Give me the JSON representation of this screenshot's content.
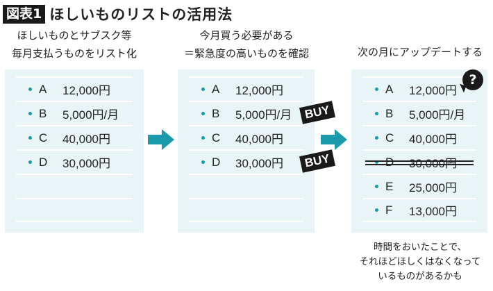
{
  "title": {
    "badge": "図表1",
    "text": "ほしいものリストの活用法"
  },
  "columns": [
    {
      "caption": [
        "ほしいものとサブスク等",
        "毎月支払うものをリスト化"
      ],
      "items": [
        {
          "letter": "A",
          "price": "12,000円"
        },
        {
          "letter": "B",
          "price": "5,000円/月"
        },
        {
          "letter": "C",
          "price": "40,000円"
        },
        {
          "letter": "D",
          "price": "30,000円"
        }
      ]
    },
    {
      "caption": [
        "今月買う必要がある",
        "＝緊急度の高いものを確認"
      ],
      "items": [
        {
          "letter": "A",
          "price": "12,000円"
        },
        {
          "letter": "B",
          "price": "5,000円/月"
        },
        {
          "letter": "C",
          "price": "40,000円"
        },
        {
          "letter": "D",
          "price": "30,000円"
        }
      ],
      "buy_label": "BUY"
    },
    {
      "caption": [
        "次の月にアップデートする"
      ],
      "items": [
        {
          "letter": "A",
          "price": "12,000円"
        },
        {
          "letter": "B",
          "price": "5,000円/月"
        },
        {
          "letter": "C",
          "price": "40,000円"
        },
        {
          "letter": "D",
          "price": "30,000円",
          "struck": true
        },
        {
          "letter": "E",
          "price": "25,000円"
        },
        {
          "letter": "F",
          "price": "13,000円"
        }
      ],
      "question": "?",
      "note": [
        "時間をおいたことで、",
        "それほどほしくはなくなって",
        "いるものがあるかも"
      ]
    }
  ],
  "colors": {
    "accent": "#1a9aaa",
    "panel": "#e9f4f7"
  }
}
